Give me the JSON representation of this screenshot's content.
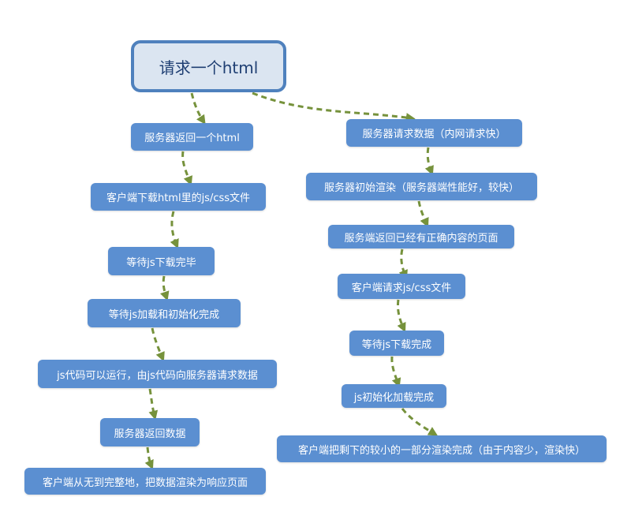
{
  "diagram": {
    "root": {
      "label": "请求一个html"
    },
    "left_steps": [
      {
        "label": "服务器返回一个html"
      },
      {
        "label": "客户端下载html里的js/css文件"
      },
      {
        "label": "等待js下载完毕"
      },
      {
        "label": "等待js加载和初始化完成"
      },
      {
        "label": "js代码可以运行，由js代码向服务器请求数据"
      },
      {
        "label": "服务器返回数据"
      },
      {
        "label": "客户端从无到完整地，把数据渲染为响应页面"
      }
    ],
    "right_steps": [
      {
        "label": "服务器请求数据（内网请求快）"
      },
      {
        "label": "服务器初始渲染（服务器端性能好，较快）"
      },
      {
        "label": "服务端返回已经有正确内容的页面"
      },
      {
        "label": "客户端请求js/css文件"
      },
      {
        "label": "等待js下载完成"
      },
      {
        "label": "js初始化加载完成"
      },
      {
        "label": "客户端把剩下的较小的一部分渲染完成（由于内容少，渲染快）"
      }
    ],
    "colors": {
      "node": "#5b8fd1",
      "root_fill": "#dbe5f1",
      "root_border": "#4f81bd",
      "arrow": "#76923c"
    }
  }
}
